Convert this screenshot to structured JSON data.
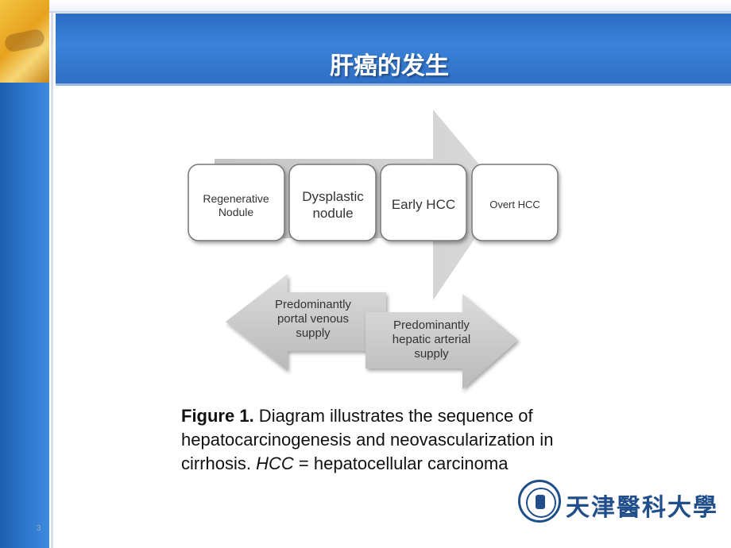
{
  "title": "肝癌的发生",
  "page_number": "3",
  "diagram": {
    "stages": [
      {
        "line1": "Regenerative",
        "line2": "Nodule"
      },
      {
        "line1": "Dysplastic",
        "line2": "nodule"
      },
      {
        "line1": "Early HCC",
        "line2": ""
      },
      {
        "line1": "Overt HCC",
        "line2": ""
      }
    ],
    "left_arrow": {
      "line1": "Predominantly",
      "line2": "portal venous",
      "line3": "supply"
    },
    "right_arrow": {
      "line1": "Predominantly",
      "line2": "hepatic arterial",
      "line3": "supply"
    }
  },
  "caption": {
    "label": "Figure 1.",
    "part1": " Diagram illustrates the sequence of hepatocarcinogenesis and neovascularization in cirrhosis. ",
    "abbr": "HCC",
    "part2": " = hepatocellular carcinoma"
  },
  "logo": {
    "name": "天津醫科大學"
  },
  "colors": {
    "header": "#2f6fc6",
    "sidebar": "#2f7ad0",
    "arrow": "#c8c8c8",
    "box_border": "#7a7a7a"
  }
}
